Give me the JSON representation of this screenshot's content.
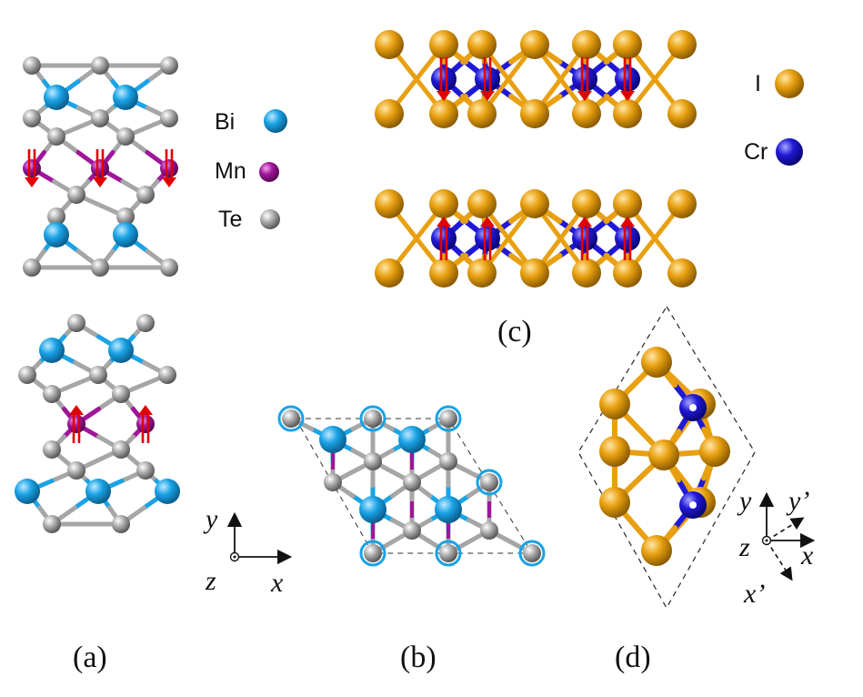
{
  "legend_left": {
    "items": [
      {
        "label": "Bi",
        "color": "#1aa3e6"
      },
      {
        "label": "Mn",
        "color": "#a0169a"
      },
      {
        "label": "Te",
        "color": "#a6a6a6"
      }
    ]
  },
  "legend_right": {
    "items": [
      {
        "label": "I",
        "color": "#e8a010"
      },
      {
        "label": "Cr",
        "color": "#1f18d6"
      }
    ]
  },
  "captions": {
    "a": "(a)",
    "b": "(b)",
    "c": "(c)",
    "d": "(d)"
  },
  "axes_b": {
    "y": "y",
    "x": "x",
    "z": "z"
  },
  "axes_d": {
    "y": "y",
    "y_prime": "y’",
    "x": "x",
    "z": "z",
    "x_prime": "x’"
  },
  "colors": {
    "bi": "#1aa3e6",
    "mn": "#a0169a",
    "te": "#a6a6a6",
    "iodine": "#e8a010",
    "cr": "#1f18d6",
    "spin": "#e00000"
  }
}
